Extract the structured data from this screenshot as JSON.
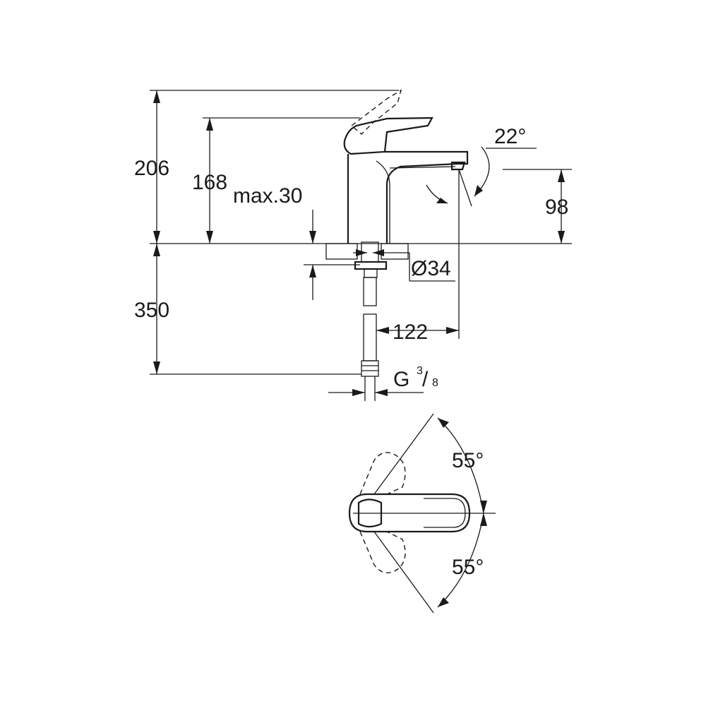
{
  "dimensions": {
    "total_height": "206",
    "spout_height": "168",
    "max_thickness": "max.30",
    "spout_clearance": "98",
    "lever_tilt": "22°",
    "hole_diameter": "Ø34",
    "projection": "122",
    "hose_length": "350",
    "connection_prefix": "G",
    "connection_num": "3",
    "connection_slash": "/",
    "connection_den": "8",
    "rotation_upper": "55°",
    "rotation_lower": "55°"
  }
}
